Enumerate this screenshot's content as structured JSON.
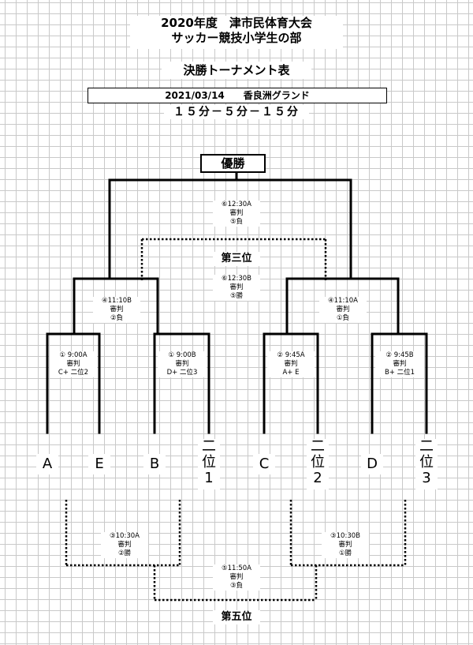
{
  "header": {
    "title_line1": "2020年度　津市民体育大会",
    "title_line2": "サッカー競技小学生の部",
    "subtitle": "決勝トーナメント表",
    "date_venue": "2021/03/14　　香良洲グランド",
    "match_format": "１５分－５分－１５分"
  },
  "champion_label": "優勝",
  "third_place_label": "第三位",
  "fifth_place_label": "第五位",
  "teams": [
    {
      "name": "A"
    },
    {
      "name": "E"
    },
    {
      "name": "B"
    },
    {
      "name": "二位1",
      "c1": "二",
      "c2": "位",
      "c3": "1"
    },
    {
      "name": "C"
    },
    {
      "name": "二位2",
      "c1": "二",
      "c2": "位",
      "c3": "2"
    },
    {
      "name": "D"
    },
    {
      "name": "二位3",
      "c1": "二",
      "c2": "位",
      "c3": "3"
    }
  ],
  "matches": {
    "m1a": {
      "line1": "① 9:00A",
      "line2": "審判",
      "line3": "C+ 二位2"
    },
    "m1b": {
      "line1": "① 9:00B",
      "line2": "審判",
      "line3": "D+ 二位3"
    },
    "m2a": {
      "line1": "② 9:45A",
      "line2": "審判",
      "line3": "A+ E"
    },
    "m2b": {
      "line1": "② 9:45B",
      "line2": "審判",
      "line3": "B+ 二位1"
    },
    "m4b": {
      "line1": "④11:10B",
      "line2": "審判",
      "line3": "②負"
    },
    "m4a": {
      "line1": "④11:10A",
      "line2": "審判",
      "line3": "①負"
    },
    "final": {
      "line1": "⑥12:30A",
      "line2": "審判",
      "line3": "⑤負"
    },
    "third": {
      "line1": "⑥12:30B",
      "line2": "審判",
      "line3": "⑤勝"
    },
    "m3a": {
      "line1": "③10:30A",
      "line2": "審判",
      "line3": "②勝"
    },
    "m3b": {
      "line1": "③10:30B",
      "line2": "審判",
      "line3": "①勝"
    },
    "m5": {
      "line1": "⑤11:50A",
      "line2": "審判",
      "line3": "③負"
    }
  }
}
